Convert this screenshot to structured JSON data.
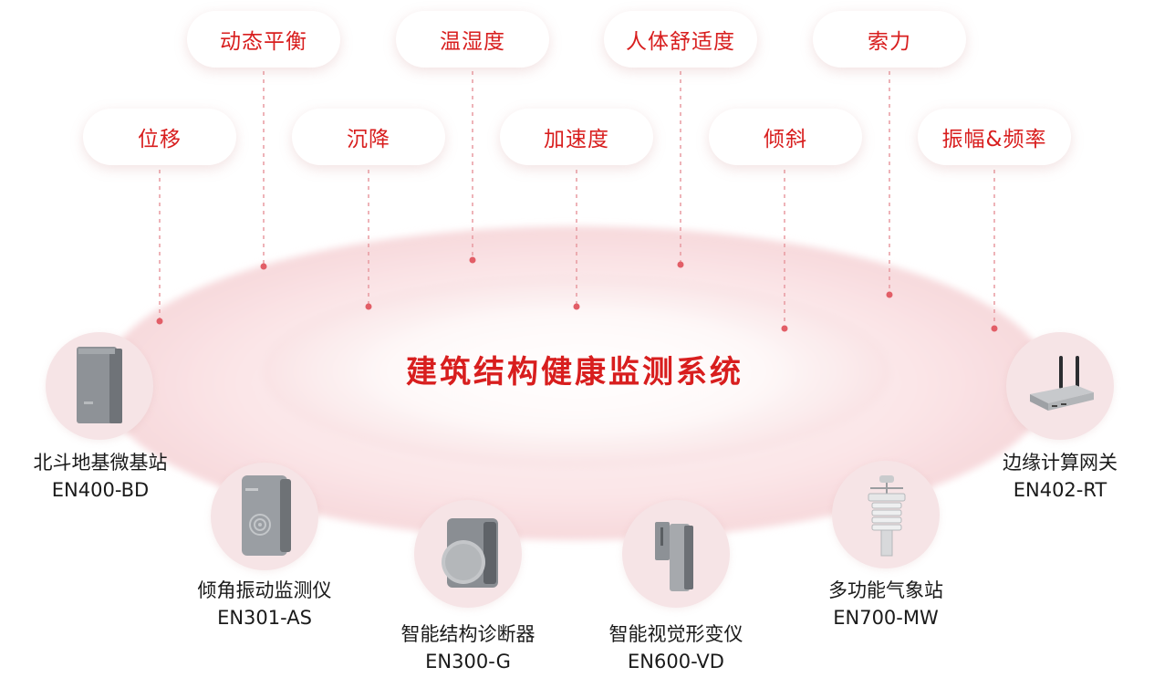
{
  "title": "建筑结构健康监测系统",
  "colors": {
    "accent": "#d81e1e",
    "ring": "#f8dfe2"
  },
  "metrics_top": [
    "动态平衡",
    "温湿度",
    "人体舒适度",
    "索力"
  ],
  "metrics_bottom": [
    "位移",
    "沉降",
    "加速度",
    "倾斜",
    "振幅&频率"
  ],
  "devices": [
    {
      "name": "北斗地基微基站",
      "model": "EN400-BD",
      "icon": "beidou-station-icon"
    },
    {
      "name": "倾角振动监测仪",
      "model": "EN301-AS",
      "icon": "tilt-vibration-monitor-icon"
    },
    {
      "name": "智能结构诊断器",
      "model": "EN300-G",
      "icon": "structure-diagnoser-icon"
    },
    {
      "name": "智能视觉形变仪",
      "model": "EN600-VD",
      "icon": "visual-deformation-icon"
    },
    {
      "name": "多功能气象站",
      "model": "EN700-MW",
      "icon": "weather-station-icon"
    },
    {
      "name": "边缘计算网关",
      "model": "EN402-RT",
      "icon": "edge-gateway-icon"
    }
  ]
}
